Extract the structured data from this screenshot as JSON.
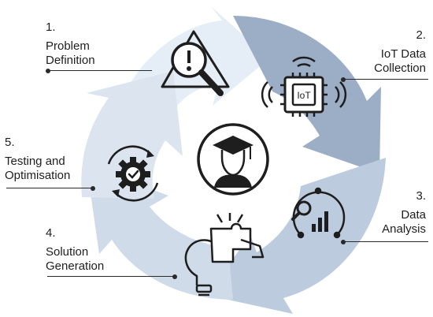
{
  "steps": [
    {
      "number": "1.",
      "line1": "Problem",
      "line2": "Definition",
      "icon": "warning-magnifier-icon"
    },
    {
      "number": "2.",
      "line1": "IoT Data",
      "line2": "Collection",
      "icon": "iot-chip-icon",
      "chip_text": "IoT"
    },
    {
      "number": "3.",
      "line1": "Data",
      "line2": "Analysis",
      "icon": "analysis-chart-icon"
    },
    {
      "number": "4.",
      "line1": "Solution",
      "line2": "Generation",
      "icon": "lightbulb-puzzle-icon"
    },
    {
      "number": "5.",
      "line1": "Testing and",
      "line2": "Optimisation",
      "icon": "gear-check-icon"
    }
  ],
  "center": {
    "icon": "graduate-icon"
  },
  "colors": {
    "arrow_light": "#e8eff7",
    "arrow_mid": "#c2d0e0",
    "arrow_dark": "#97aac2",
    "ink": "#1e1e1e"
  }
}
